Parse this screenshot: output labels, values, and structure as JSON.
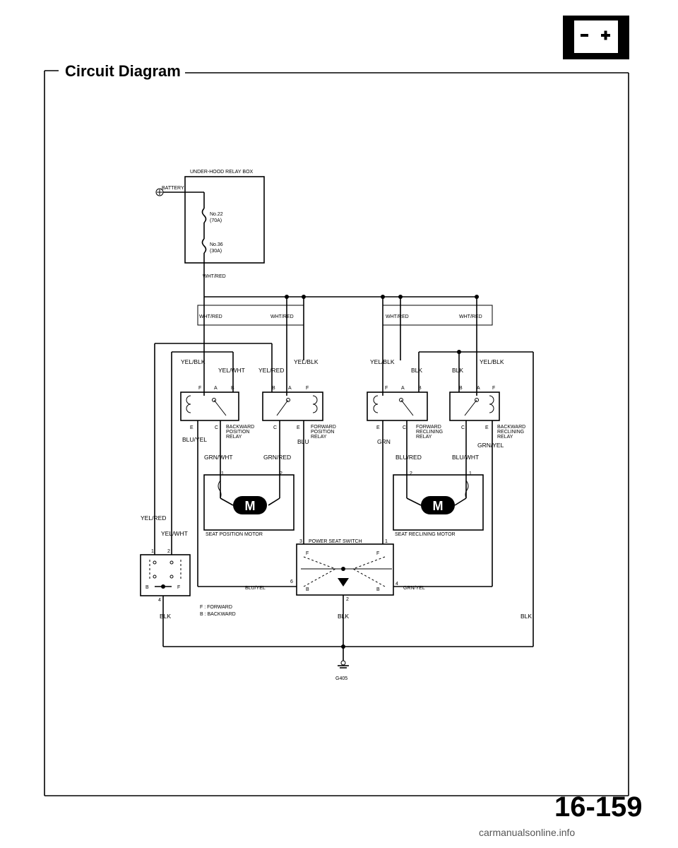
{
  "header": {
    "title": "Circuit Diagram"
  },
  "footer": {
    "page_number": "16-159",
    "watermark": "carmanualsonline.info"
  },
  "icons": {
    "battery": "battery-icon"
  },
  "labels": {
    "under_hood": "UNDER-HOOD RELAY BOX",
    "battery": "BATTERY",
    "fuse22": "No.22",
    "fuse22_amp": "(70A)",
    "fuse36": "No.36",
    "fuse36_amp": "(30A)",
    "wht_red": "WHT/RED",
    "yel_blk": "YEL/BLK",
    "yel_wht": "YEL/WHT",
    "yel_red": "YEL/RED",
    "blu_yel": "BLU/YEL",
    "grn_wht": "GRN/WHT",
    "grn_red": "GRN/RED",
    "blu": "BLU",
    "blk": "BLK",
    "grn": "GRN",
    "blu_red": "BLU/RED",
    "blu_wht": "BLU/WHT",
    "grn_yel": "GRN/YEL",
    "backward_position_relay": [
      "BACKWARD",
      "POSITION",
      "RELAY"
    ],
    "forward_position_relay": [
      "FORWARD",
      "POSITION",
      "RELAY"
    ],
    "forward_reclining_relay": [
      "FORWARD",
      "RECLINING",
      "RELAY"
    ],
    "backward_reclining_relay": [
      "BACKWARD",
      "RECLINING",
      "RELAY"
    ],
    "seat_position_motor": "SEAT POSITION MOTOR",
    "seat_reclining_motor": "SEAT RECLINING MOTOR",
    "power_seat_switch": "POWER SEAT SWITCH",
    "motor": "M",
    "legend_f": "F : FORWARD",
    "legend_b": "B : BACKWARD",
    "ground": "G405"
  }
}
